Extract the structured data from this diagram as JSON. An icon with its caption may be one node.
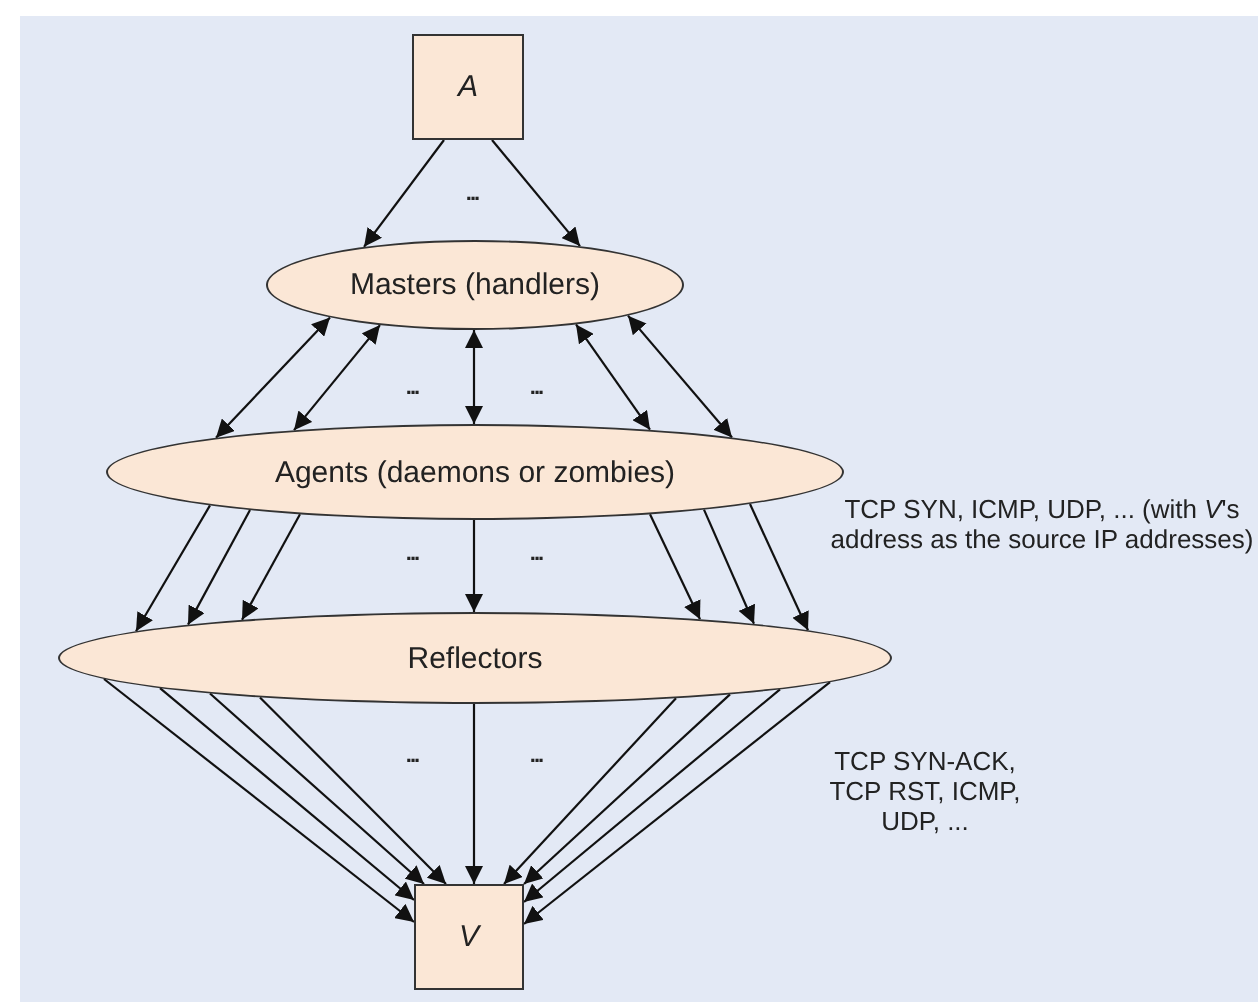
{
  "diagram": {
    "nodes": [
      {
        "text": [
          "A"
        ]
      },
      {
        "text": [
          "Masters (handlers)"
        ]
      },
      {
        "text": [
          "Agents (daemons or zombies)"
        ]
      },
      {
        "text": [
          "Reflectors"
        ]
      },
      {
        "text": [
          "V"
        ]
      }
    ],
    "edges": [
      {
        "from": 0,
        "to": 1,
        "arrow": "to"
      },
      {
        "from": 0,
        "to": 1,
        "arrow": "to"
      },
      {
        "from": 1,
        "to": 2,
        "arrow": "both"
      },
      {
        "from": 1,
        "to": 2,
        "arrow": "both"
      },
      {
        "from": 1,
        "to": 2,
        "arrow": "both"
      },
      {
        "from": 1,
        "to": 2,
        "arrow": "both"
      },
      {
        "from": 1,
        "to": 2,
        "arrow": "both"
      },
      {
        "from": 2,
        "to": 3,
        "arrow": "to"
      },
      {
        "from": 2,
        "to": 3,
        "arrow": "to"
      },
      {
        "from": 2,
        "to": 3,
        "arrow": "to"
      },
      {
        "from": 2,
        "to": 3,
        "arrow": "to"
      },
      {
        "from": 2,
        "to": 3,
        "arrow": "to"
      },
      {
        "from": 2,
        "to": 3,
        "arrow": "to"
      },
      {
        "from": 2,
        "to": 3,
        "arrow": "to"
      },
      {
        "from": 3,
        "to": 4,
        "arrow": "to"
      },
      {
        "from": 3,
        "to": 4,
        "arrow": "to"
      },
      {
        "from": 3,
        "to": 4,
        "arrow": "to"
      },
      {
        "from": 3,
        "to": 4,
        "arrow": "to"
      },
      {
        "from": 3,
        "to": 4,
        "arrow": "to"
      },
      {
        "from": 3,
        "to": 4,
        "arrow": "to"
      },
      {
        "from": 3,
        "to": 4,
        "arrow": "to"
      },
      {
        "from": 3,
        "to": 4,
        "arrow": "to"
      },
      {
        "from": 3,
        "to": 4,
        "arrow": "to"
      }
    ],
    "labels": [
      "...",
      "...",
      "...",
      "TCP SYN, ICMP, UDP, ... (with *V*'s address as the source IP addresses)",
      "...",
      "...",
      "...",
      "...",
      "TCP SYN-ACK, TCP RST, ICMP, UDP, ..."
    ]
  }
}
